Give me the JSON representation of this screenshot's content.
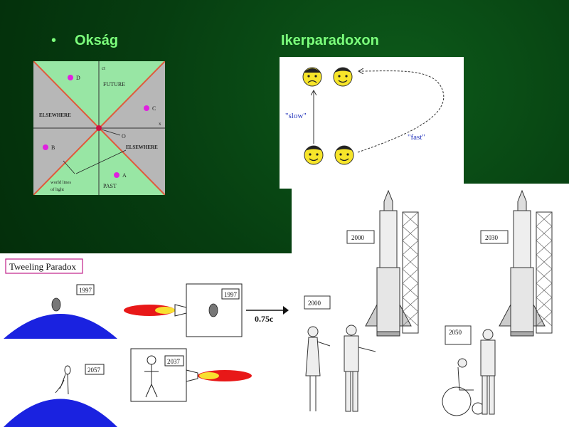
{
  "slide": {
    "bullet_title": "Okság",
    "right_title": "Ikerparadoxon",
    "colors": {
      "heading": "#7cff7c",
      "background": "#04300c"
    }
  },
  "light_cone": {
    "labels": {
      "axis_t": "ct",
      "axis_x": "x",
      "future": "FUTURE",
      "past": "PAST",
      "elsewhere_left": "ELSEWHERE",
      "elsewhere_right": "ELSEWHERE",
      "origin": "O",
      "world_lines_1": "world lines",
      "world_lines_2": "of light"
    },
    "points": [
      "D",
      "C",
      "B",
      "A"
    ],
    "colors": {
      "cone": "#98e6a4",
      "elsewhere": "#b7b7b7",
      "lines": "#e05a3c",
      "points": "#e020e0"
    }
  },
  "twins": {
    "slow_label": "\"slow\"",
    "fast_label": "\"fast\"",
    "faces": [
      "frown-face",
      "smile-face-haired",
      "smile-face-haired",
      "smile-face-haired"
    ]
  },
  "tweeling": {
    "title": "Tweeling Paradox",
    "year_start": "1997",
    "year_start_ship": "1997",
    "year_end": "2057",
    "year_end_ship": "2037",
    "speed": "0.75c"
  },
  "rockets": {
    "left_tower_year": "2000",
    "left_person_year": "2000",
    "right_tower_year": "2030",
    "right_person_year": "2050"
  }
}
